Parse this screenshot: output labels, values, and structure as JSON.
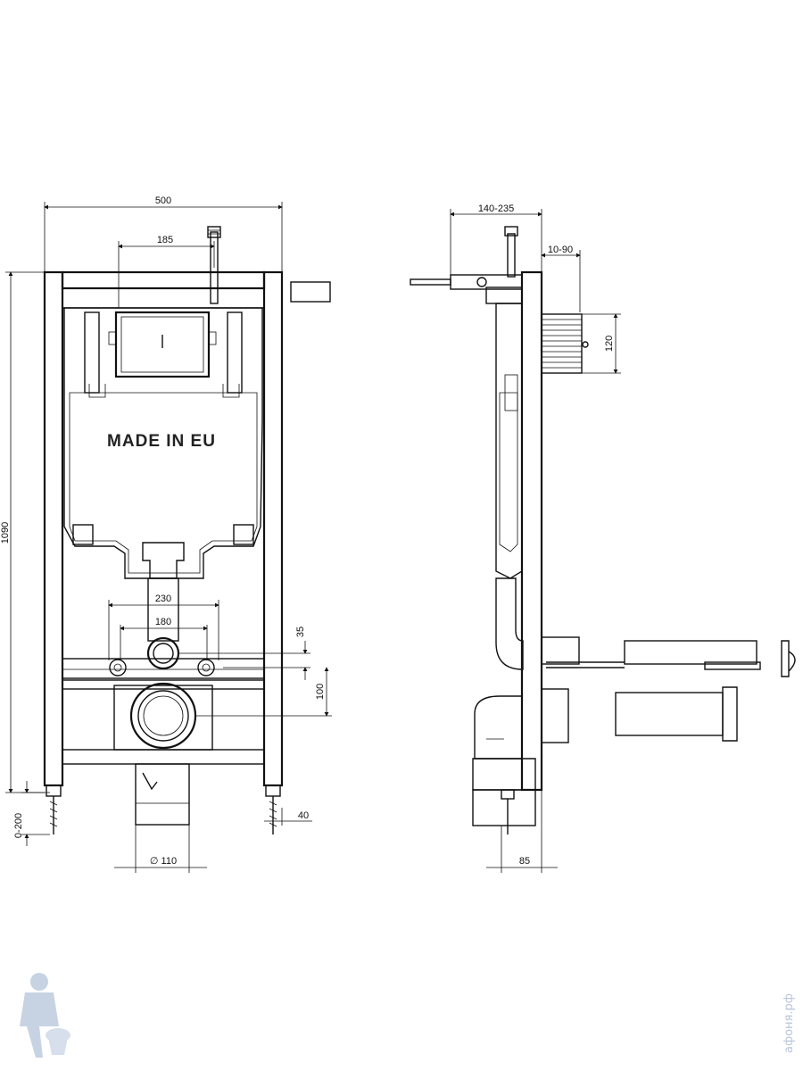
{
  "front_view": {
    "brand_text": "MADE IN EU",
    "dimensions": {
      "width": "500",
      "inlet_offset": "185",
      "height": "1090",
      "stud_spacing_outer": "230",
      "stud_spacing_inner": "180",
      "outlet_offset_small": "35",
      "outlet_offset_large": "100",
      "foot_adjust": "0-200",
      "foot_offset": "40",
      "drain_diameter": "∅ 110"
    }
  },
  "side_view": {
    "dimensions": {
      "depth_range": "140-235",
      "button_depth": "10-90",
      "button_height": "120",
      "bottom_depth": "85"
    }
  },
  "watermark": {
    "site_text": "афоня.рф"
  },
  "colors": {
    "line": "#111111",
    "watermark": "#b9c6d8"
  }
}
